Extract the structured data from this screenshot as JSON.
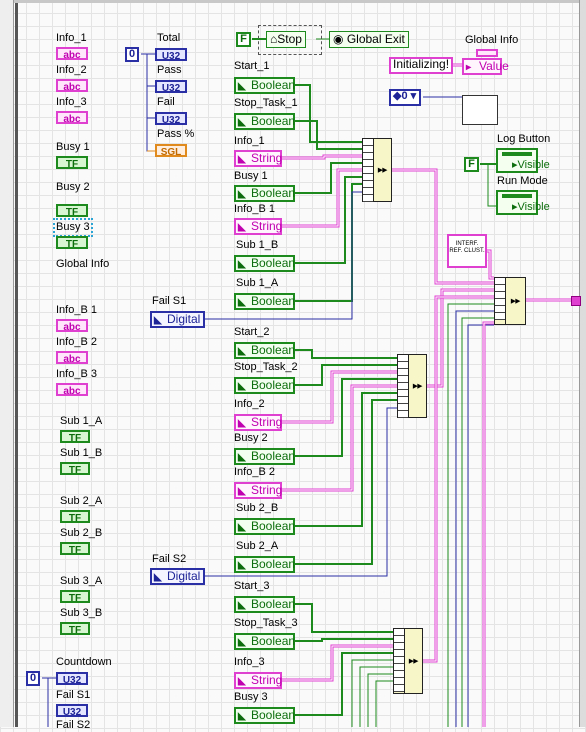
{
  "left_column": [
    {
      "label": "Info_1",
      "type": "abc",
      "color": "pink"
    },
    {
      "label": "Info_2",
      "type": "abc",
      "color": "pink"
    },
    {
      "label": "Info_3",
      "type": "abc",
      "color": "pink"
    },
    {
      "label": "Busy 1",
      "type": "TF",
      "color": "green"
    },
    {
      "label": "Busy 2",
      "type": "TF",
      "color": "green"
    },
    {
      "label": "Busy 3",
      "type": "TF",
      "color": "green"
    },
    {
      "label": "Global Info",
      "type": "",
      "color": "none"
    },
    {
      "label": "Info_B 1",
      "type": "abc",
      "color": "pink"
    },
    {
      "label": "Info_B 2",
      "type": "abc",
      "color": "pink"
    },
    {
      "label": "Info_B 3",
      "type": "abc",
      "color": "pink"
    },
    {
      "label": "Sub 1_A",
      "type": "TF",
      "color": "green"
    },
    {
      "label": "Sub 1_B",
      "type": "TF",
      "color": "green"
    },
    {
      "label": "Sub 2_A",
      "type": "TF",
      "color": "green"
    },
    {
      "label": "Sub 2_B",
      "type": "TF",
      "color": "green"
    },
    {
      "label": "Sub 3_A",
      "type": "TF",
      "color": "green"
    },
    {
      "label": "Sub 3_B",
      "type": "TF",
      "color": "green"
    },
    {
      "label": "Countdown",
      "type": "U32",
      "color": "blue"
    },
    {
      "label": "Fail S1",
      "type": "U32",
      "color": "blue"
    },
    {
      "label": "Fail S2",
      "type": "",
      "color": "none"
    }
  ],
  "counters": {
    "constant": "0",
    "items": [
      {
        "label": "Total",
        "type": "U32"
      },
      {
        "label": "Pass",
        "type": "U32"
      },
      {
        "label": "Fail",
        "type": "U32"
      },
      {
        "label": "Pass %",
        "type": "SGL"
      }
    ],
    "countdown_constant": "0"
  },
  "stop_row": {
    "false_const": "F",
    "stop_label": "Stop",
    "global_exit_label": "Global Exit"
  },
  "global_info": {
    "title": "Global Info",
    "init_string": "Initializing!",
    "value_label": "Value"
  },
  "enum_const": "0",
  "log_run": {
    "false_const": "F",
    "log_label": "Log Button",
    "run_label": "Run Mode",
    "visible_label": "Visible"
  },
  "interf_label": "INTERF. REF. CLUST.",
  "section1": [
    {
      "label": "Start_1",
      "type": "Boolean",
      "color": "green"
    },
    {
      "label": "Stop_Task_1",
      "type": "Boolean",
      "color": "green"
    },
    {
      "label": "Info_1",
      "type": "String",
      "color": "pink"
    },
    {
      "label": "Busy 1",
      "type": "Boolean",
      "color": "green"
    },
    {
      "label": "Info_B 1",
      "type": "String",
      "color": "pink"
    },
    {
      "label": "Sub 1_B",
      "type": "Boolean",
      "color": "green"
    },
    {
      "label": "Sub 1_A",
      "type": "Boolean",
      "color": "green"
    },
    {
      "label": "Fail S1",
      "type": "Digital",
      "color": "blue"
    }
  ],
  "section2": [
    {
      "label": "Start_2",
      "type": "Boolean",
      "color": "green"
    },
    {
      "label": "Stop_Task_2",
      "type": "Boolean",
      "color": "green"
    },
    {
      "label": "Info_2",
      "type": "String",
      "color": "pink"
    },
    {
      "label": "Busy 2",
      "type": "Boolean",
      "color": "green"
    },
    {
      "label": "Info_B 2",
      "type": "String",
      "color": "pink"
    },
    {
      "label": "Sub 2_B",
      "type": "Boolean",
      "color": "green"
    },
    {
      "label": "Sub 2_A",
      "type": "Boolean",
      "color": "green"
    },
    {
      "label": "Fail S2",
      "type": "Digital",
      "color": "blue"
    }
  ],
  "section3": [
    {
      "label": "Start_3",
      "type": "Boolean",
      "color": "green"
    },
    {
      "label": "Stop_Task_3",
      "type": "Boolean",
      "color": "green"
    },
    {
      "label": "Info_3",
      "type": "String",
      "color": "pink"
    },
    {
      "label": "Busy 3",
      "type": "Boolean",
      "color": "green"
    }
  ],
  "colors": {
    "string": "#e040d0",
    "boolean": "#1c8a1c",
    "numeric": "#2b2fa6",
    "float": "#e08a1e",
    "wire_dark": "#222222"
  }
}
